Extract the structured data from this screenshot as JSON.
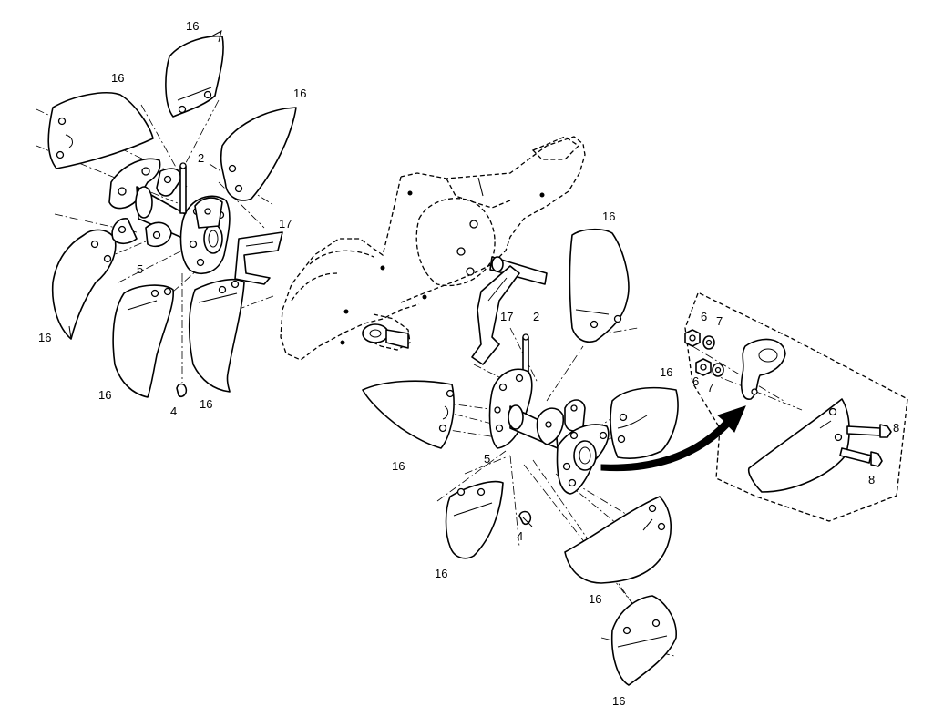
{
  "callouts": {
    "c01": "16",
    "c02": "16",
    "c03": "16",
    "c04": "2",
    "c05": "17",
    "c06": "5",
    "c07": "16",
    "c08": "16",
    "c09": "4",
    "c10": "16",
    "c11": "16",
    "c12": "17",
    "c13": "2",
    "c14": "6",
    "c15": "7",
    "c16": "6",
    "c17": "7",
    "c18": "16",
    "c19": "8",
    "c20": "8",
    "c21": "16",
    "c22": "5",
    "c23": "16",
    "c24": "4",
    "c25": "16",
    "c26": "16"
  },
  "colors": {
    "line": "#000000",
    "paper": "#ffffff"
  }
}
